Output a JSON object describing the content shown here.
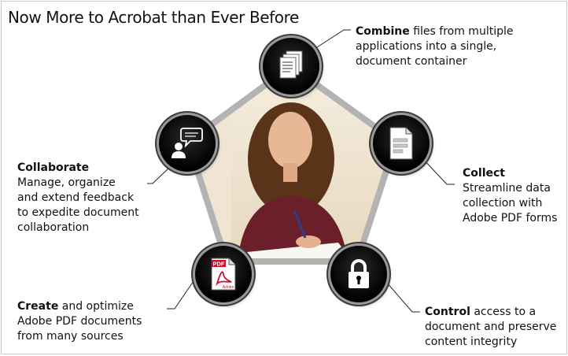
{
  "title": "Now More to Acrobat than Ever Before",
  "photo": "woman writing at desk",
  "items": [
    {
      "key": "combine",
      "bold": "Combine",
      "lines": [
        " files from multiple",
        "applications into a single,",
        "document container"
      ],
      "icon": "stacked-pages-icon"
    },
    {
      "key": "collect",
      "bold": "Collect",
      "lines": [
        "Streamline data",
        "collection with",
        "Adobe PDF forms"
      ],
      "icon": "form-document-icon"
    },
    {
      "key": "control",
      "bold": "Control",
      "lines": [
        " access to a",
        "document and preserve",
        "content integrity"
      ],
      "icon": "lock-icon"
    },
    {
      "key": "create",
      "bold": "Create",
      "lines": [
        " and optimize",
        "Adobe PDF documents",
        "from many sources"
      ],
      "icon": "adobe-pdf-icon"
    },
    {
      "key": "collaborate",
      "bold": "Collaborate",
      "lines": [
        "Manage, organize",
        "and extend feedback",
        "to expedite document",
        "collaboration"
      ],
      "icon": "speech-bubble-person-icon"
    }
  ],
  "pdf_label": "PDF",
  "adobe_label": "Adobe"
}
